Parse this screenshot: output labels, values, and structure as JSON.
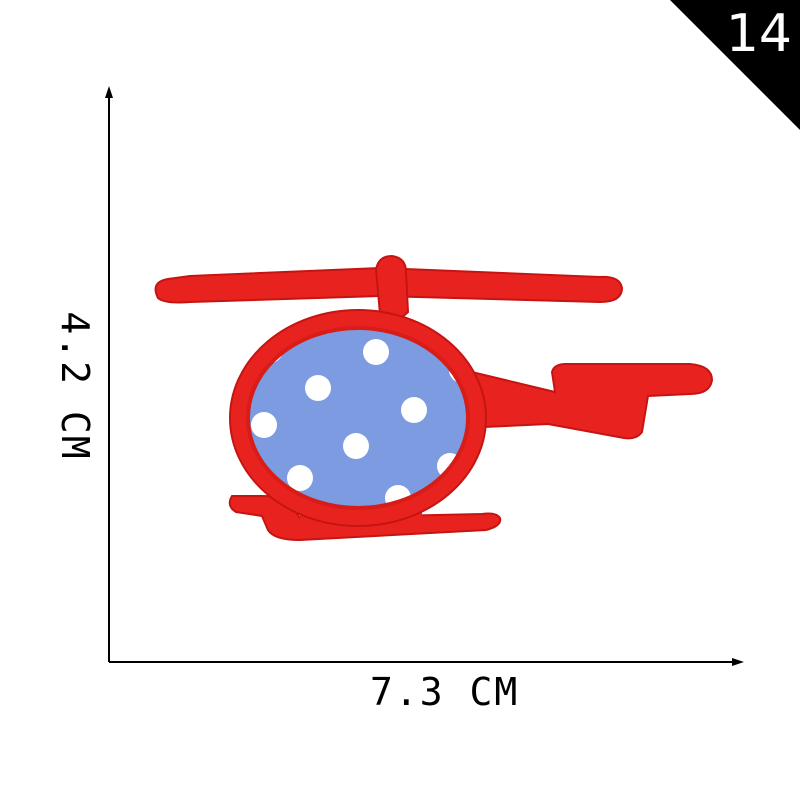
{
  "badge": {
    "number": "14",
    "color": "#000000"
  },
  "dimensions": {
    "width_label": "7.3 CM",
    "height_label": "4.2 CM"
  },
  "patch": {
    "subject": "helicopter",
    "body_color": "#e8231f",
    "window_color": "#7d9be0",
    "dot_color": "#ffffff"
  }
}
